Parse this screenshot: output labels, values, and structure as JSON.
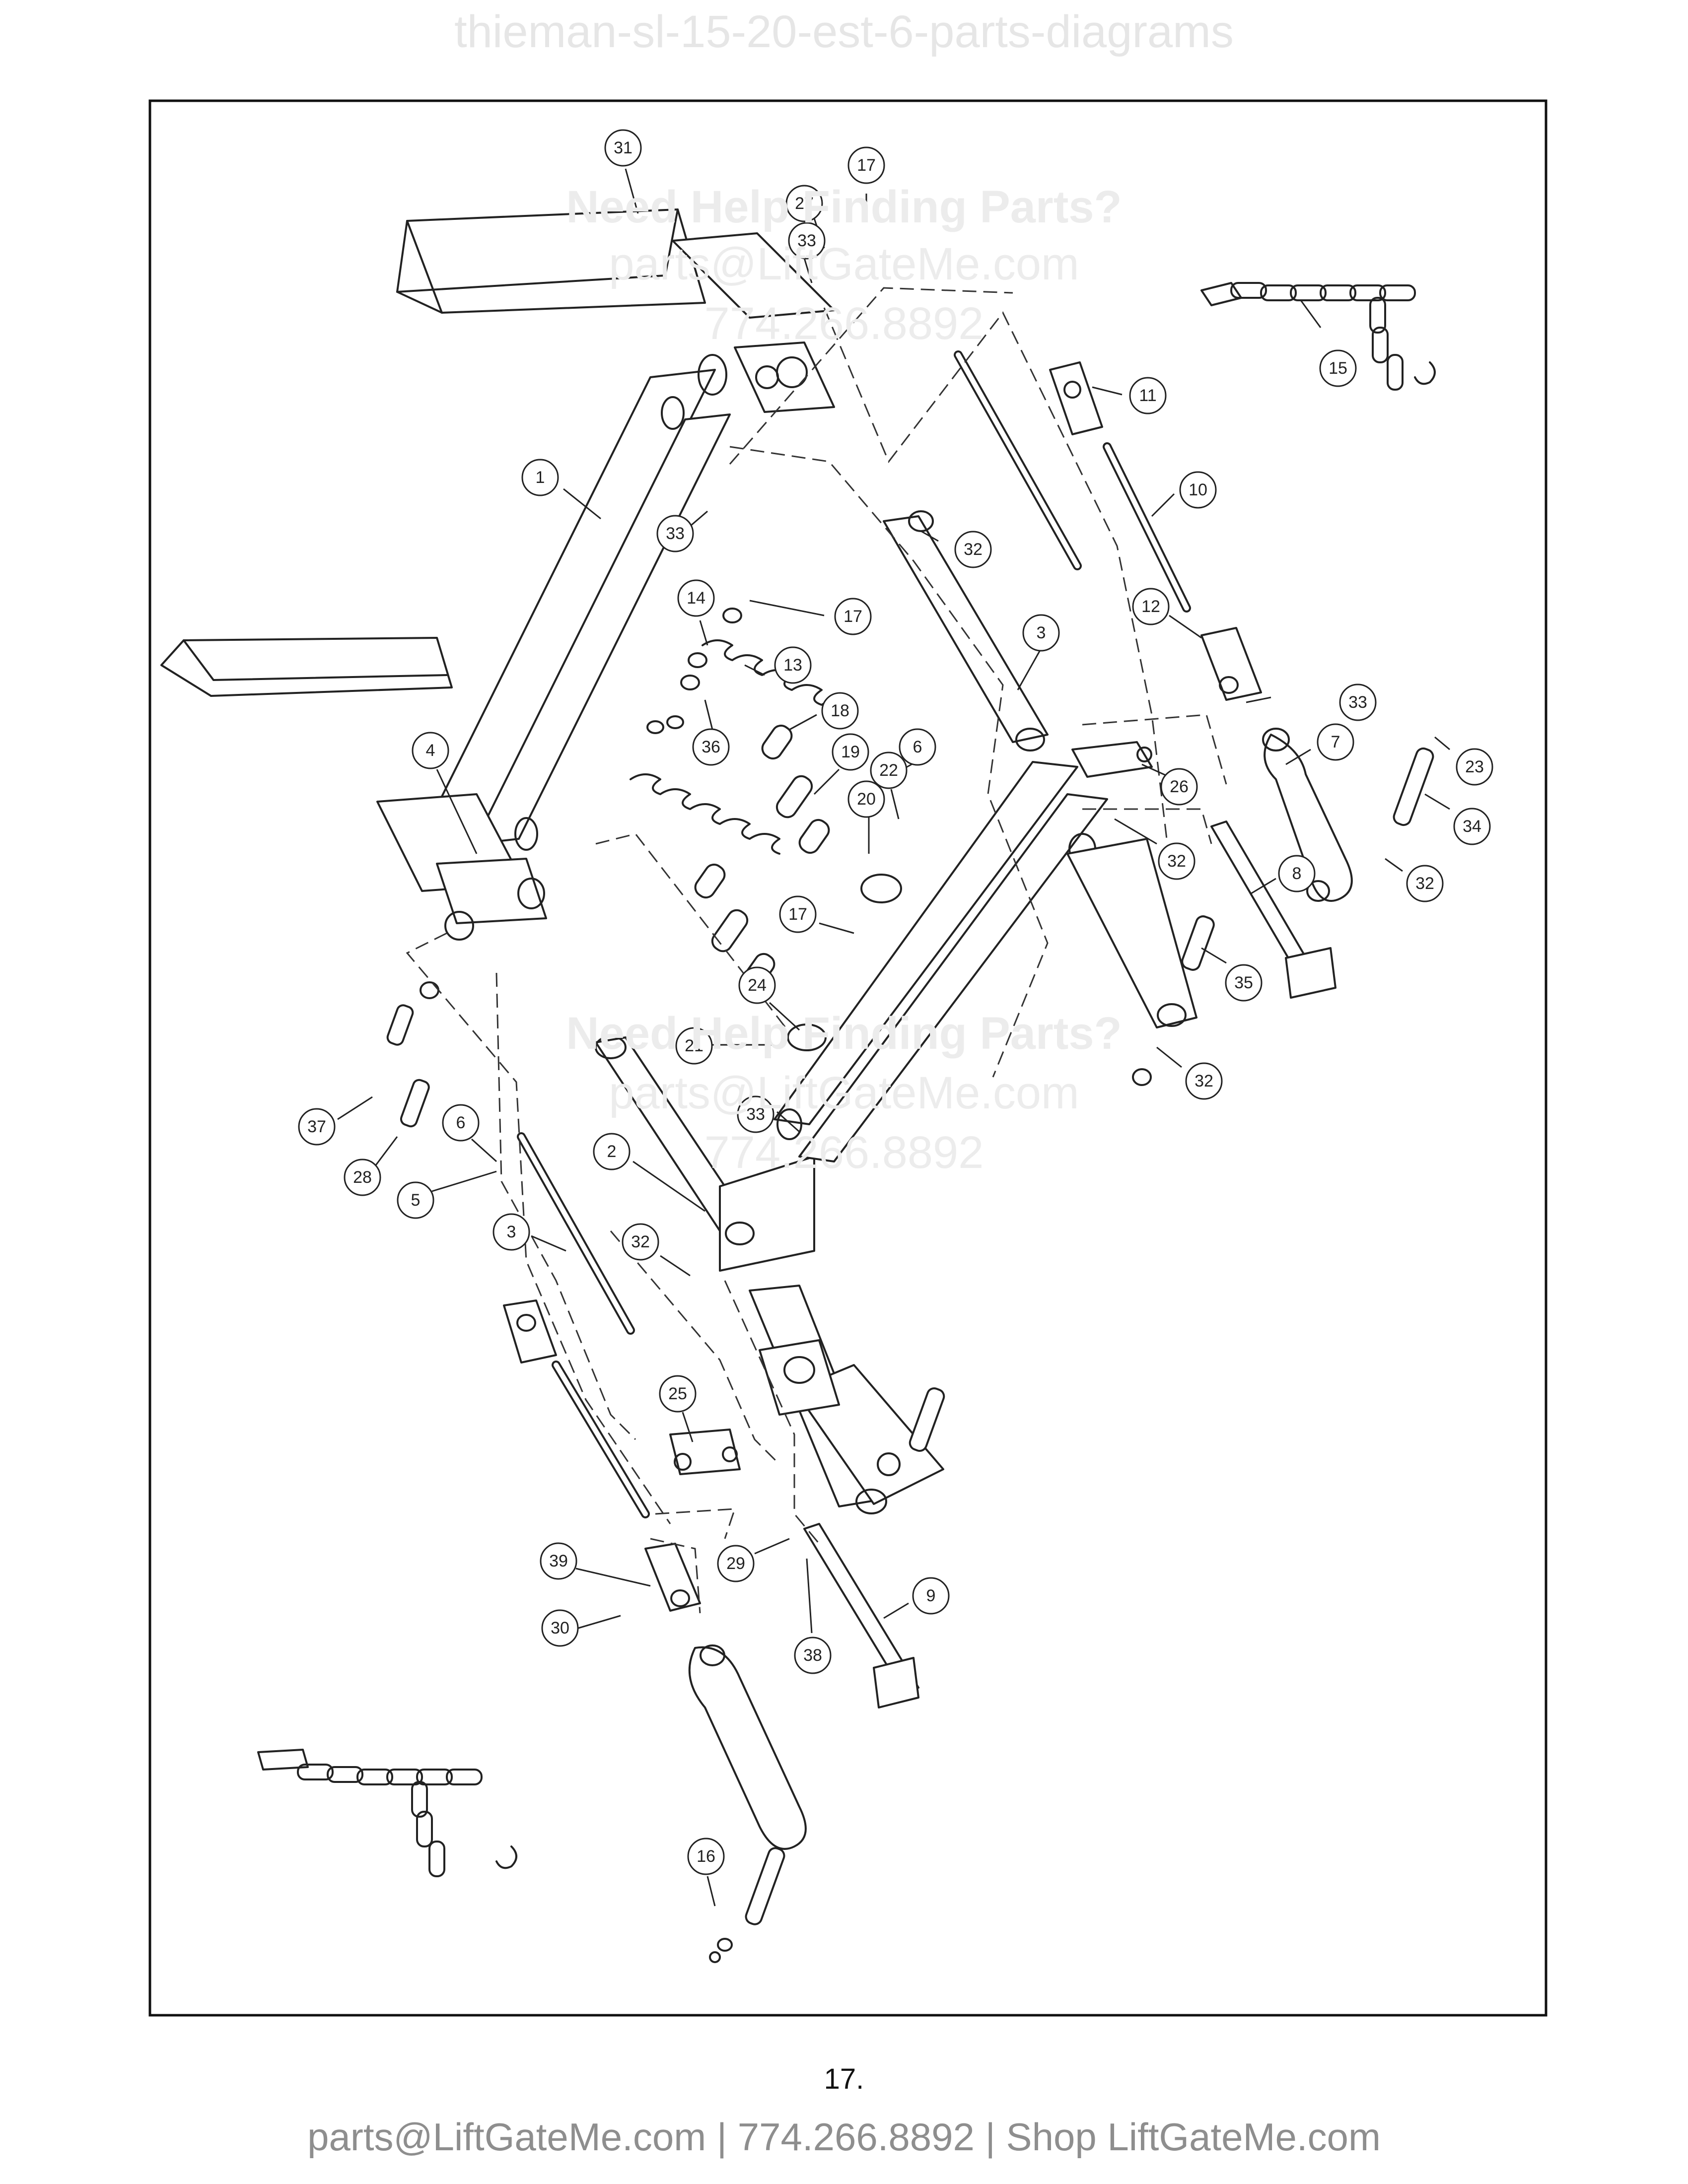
{
  "page": {
    "title": "thieman-sl-15-20-est-6-parts-diagrams",
    "page_number": "17.",
    "footer": "parts@LiftGateMe.com | 774.266.8892 | Shop LiftGateMe.com"
  },
  "watermark": {
    "line1": "Need Help Finding Parts?",
    "line2": "parts@LiftGateMe.com",
    "line3": "774.266.8892"
  },
  "callouts": [
    "31",
    "27",
    "17",
    "33",
    "11",
    "15",
    "10",
    "1",
    "33",
    "32",
    "12",
    "14",
    "17",
    "3",
    "13",
    "33",
    "7",
    "23",
    "18",
    "6",
    "26",
    "36",
    "19",
    "22",
    "20",
    "34",
    "32",
    "4",
    "32",
    "8",
    "17",
    "35",
    "24",
    "21",
    "32",
    "37",
    "6",
    "33",
    "28",
    "2",
    "5",
    "32",
    "3",
    "25",
    "29",
    "39",
    "9",
    "30",
    "38",
    "16"
  ]
}
